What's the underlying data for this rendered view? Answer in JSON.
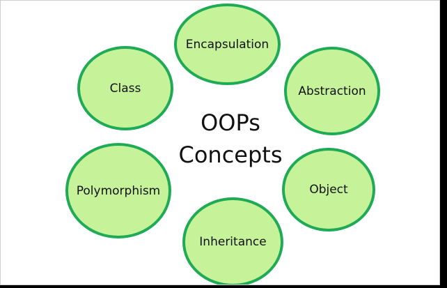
{
  "center": {
    "line1": "OOPs",
    "line2": "Concepts"
  },
  "concepts": {
    "encapsulation": "Encapsulation",
    "class": "Class",
    "abstraction": "Abstraction",
    "polymorphism": "Polymorphism",
    "object": "Object",
    "inheritance": "Inheritance"
  },
  "colors": {
    "bubble_fill": "#c6f29a",
    "bubble_border": "#1faa55",
    "text": "#111111",
    "background": "#ffffff"
  }
}
